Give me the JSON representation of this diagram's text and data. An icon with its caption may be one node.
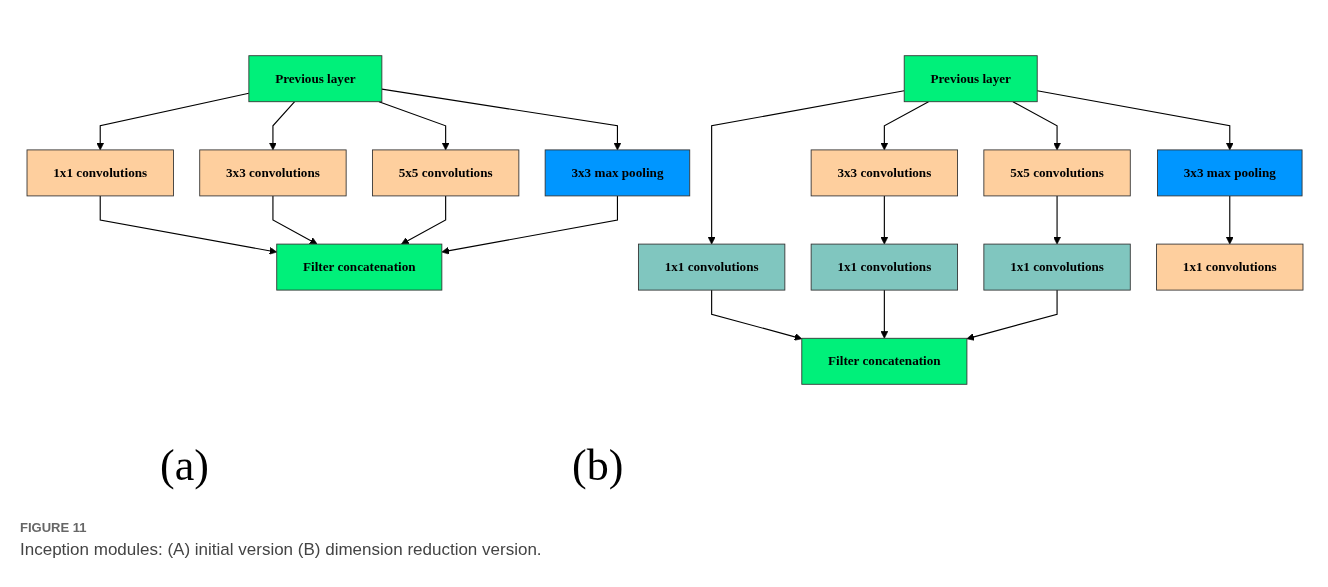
{
  "diagram": {
    "caption": "Inception modules: (A) initial version (B) dimension reduction version.",
    "nodes": [
      {
        "text": [
          "Previous layer"
        ]
      },
      {
        "text": [
          "1x1 convolutions"
        ]
      },
      {
        "text": [
          "3x3 convolutions"
        ]
      },
      {
        "text": [
          "5x5 convolutions"
        ]
      },
      {
        "text": [
          "3x3 max pooling"
        ]
      },
      {
        "text": [
          "Filter concatenation"
        ]
      },
      {
        "text": [
          "Previous layer"
        ]
      },
      {
        "text": [
          "3x3 convolutions"
        ]
      },
      {
        "text": [
          "5x5 convolutions"
        ]
      },
      {
        "text": [
          "3x3 max pooling"
        ]
      },
      {
        "text": [
          "1x1 convolutions"
        ]
      },
      {
        "text": [
          "1x1 convolutions"
        ]
      },
      {
        "text": [
          "1x1 convolutions"
        ]
      },
      {
        "text": [
          "1x1 convolutions"
        ]
      },
      {
        "text": [
          "Filter concatenation"
        ]
      }
    ],
    "edges": [
      {
        "from": 0,
        "to": 1,
        "arrow": "to"
      },
      {
        "from": 0,
        "to": 2,
        "arrow": "to"
      },
      {
        "from": 0,
        "to": 3,
        "arrow": "to"
      },
      {
        "from": 0,
        "to": 4,
        "arrow": "to"
      },
      {
        "from": 1,
        "to": 5,
        "arrow": "to"
      },
      {
        "from": 2,
        "to": 5,
        "arrow": "to"
      },
      {
        "from": 3,
        "to": 5,
        "arrow": "to"
      },
      {
        "from": 4,
        "to": 5,
        "arrow": "to"
      },
      {
        "from": 6,
        "to": 10,
        "arrow": "to"
      },
      {
        "from": 6,
        "to": 7,
        "arrow": "to"
      },
      {
        "from": 6,
        "to": 8,
        "arrow": "to"
      },
      {
        "from": 6,
        "to": 9,
        "arrow": "to"
      },
      {
        "from": 7,
        "to": 11,
        "arrow": "to"
      },
      {
        "from": 8,
        "to": 12,
        "arrow": "to"
      },
      {
        "from": 9,
        "to": 13,
        "arrow": "to"
      },
      {
        "from": 10,
        "to": 14,
        "arrow": "to"
      },
      {
        "from": 11,
        "to": 14,
        "arrow": "to"
      },
      {
        "from": 12,
        "to": 14,
        "arrow": "to"
      }
    ],
    "labels": [
      "(a)",
      "(b)",
      "FIGURE 11"
    ]
  }
}
